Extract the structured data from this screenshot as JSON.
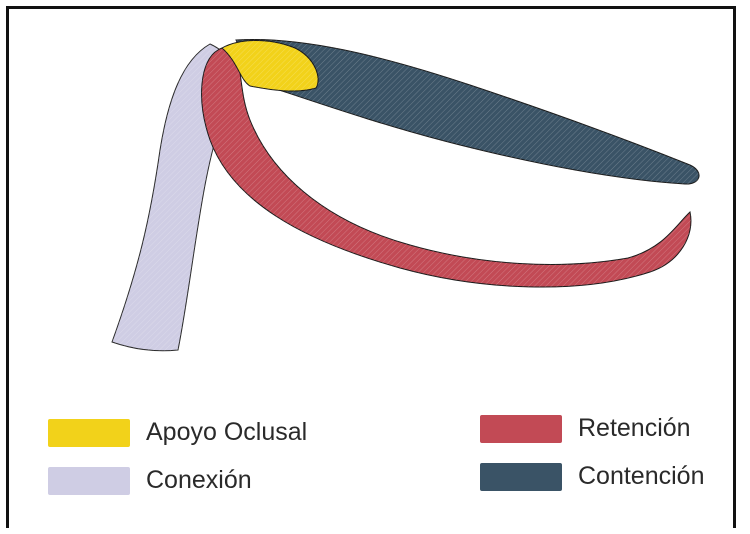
{
  "legend": {
    "apoyo_oclusal": {
      "label": "Apoyo Oclusal",
      "color": "#f2d21a"
    },
    "retencion": {
      "label": "Retención",
      "color": "#c24a55"
    },
    "conexion": {
      "label": "Conexión",
      "color": "#cfcde4"
    },
    "contencion": {
      "label": "Contención",
      "color": "#3a5366"
    }
  }
}
